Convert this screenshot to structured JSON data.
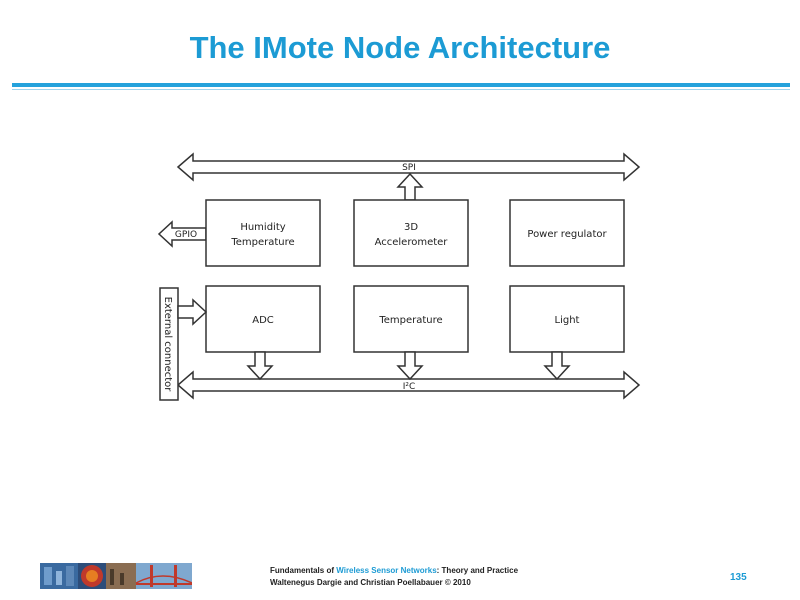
{
  "slide": {
    "title": "The IMote Node Architecture",
    "page_number": "135"
  },
  "diagram": {
    "buses": {
      "spi": "SPI",
      "i2c": "I²C",
      "gpio": "GPIO",
      "external": "External connector"
    },
    "blocks": {
      "humidity_line1": "Humidity",
      "humidity_line2": "Temperature",
      "accel_line1": "3D",
      "accel_line2": "Accelerometer",
      "power": "Power regulator",
      "adc": "ADC",
      "temperature": "Temperature",
      "light": "Light"
    }
  },
  "footer": {
    "line1_prefix": "Fundamentals of ",
    "line1_highlight": "Wireless Sensor Networks",
    "line1_suffix": ": Theory and Practice",
    "line2": "Waltenegus Dargie and Christian Poellabauer © 2010",
    "accent_color": "#1c9bd4"
  }
}
